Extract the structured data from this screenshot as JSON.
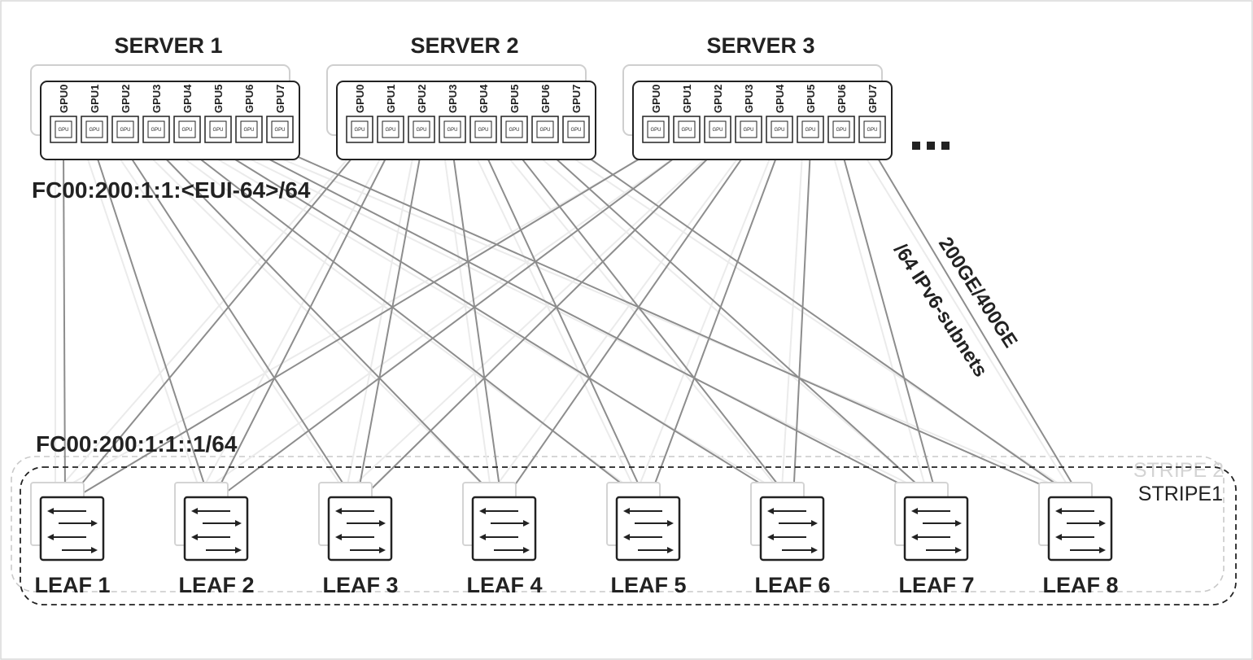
{
  "servers": [
    {
      "name": "SERVER 1",
      "gpus": [
        "GPU0",
        "GPU1",
        "GPU2",
        "GPU3",
        "GPU4",
        "GPU5",
        "GPU6",
        "GPU7"
      ]
    },
    {
      "name": "SERVER 2",
      "gpus": [
        "GPU0",
        "GPU1",
        "GPU2",
        "GPU3",
        "GPU4",
        "GPU5",
        "GPU6",
        "GPU7"
      ]
    },
    {
      "name": "SERVER 3",
      "gpus": [
        "GPU0",
        "GPU1",
        "GPU2",
        "GPU3",
        "GPU4",
        "GPU5",
        "GPU6",
        "GPU7"
      ]
    }
  ],
  "gpu_chip_text": "GPU",
  "more_servers": "...",
  "gpu_address": "FC00:200:1:1:<EUI-64>/64",
  "leaf_address": "FC00:200:1:1::1/64",
  "link_speed": "200GE/400GE",
  "subnet_note": "/64 IPv6-subnets",
  "stripes": {
    "primary": "STRIPE1",
    "secondary": "STRIPE 2"
  },
  "leaves": [
    "LEAF 1",
    "LEAF 2",
    "LEAF 3",
    "LEAF 4",
    "LEAF 5",
    "LEAF 6",
    "LEAF 7",
    "LEAF 8"
  ],
  "colors": {
    "line_dark": "#222222",
    "link_stripe1": "#8d8d8d",
    "link_stripe2": "#ebebeb",
    "ghost": "#d4d4d4"
  }
}
